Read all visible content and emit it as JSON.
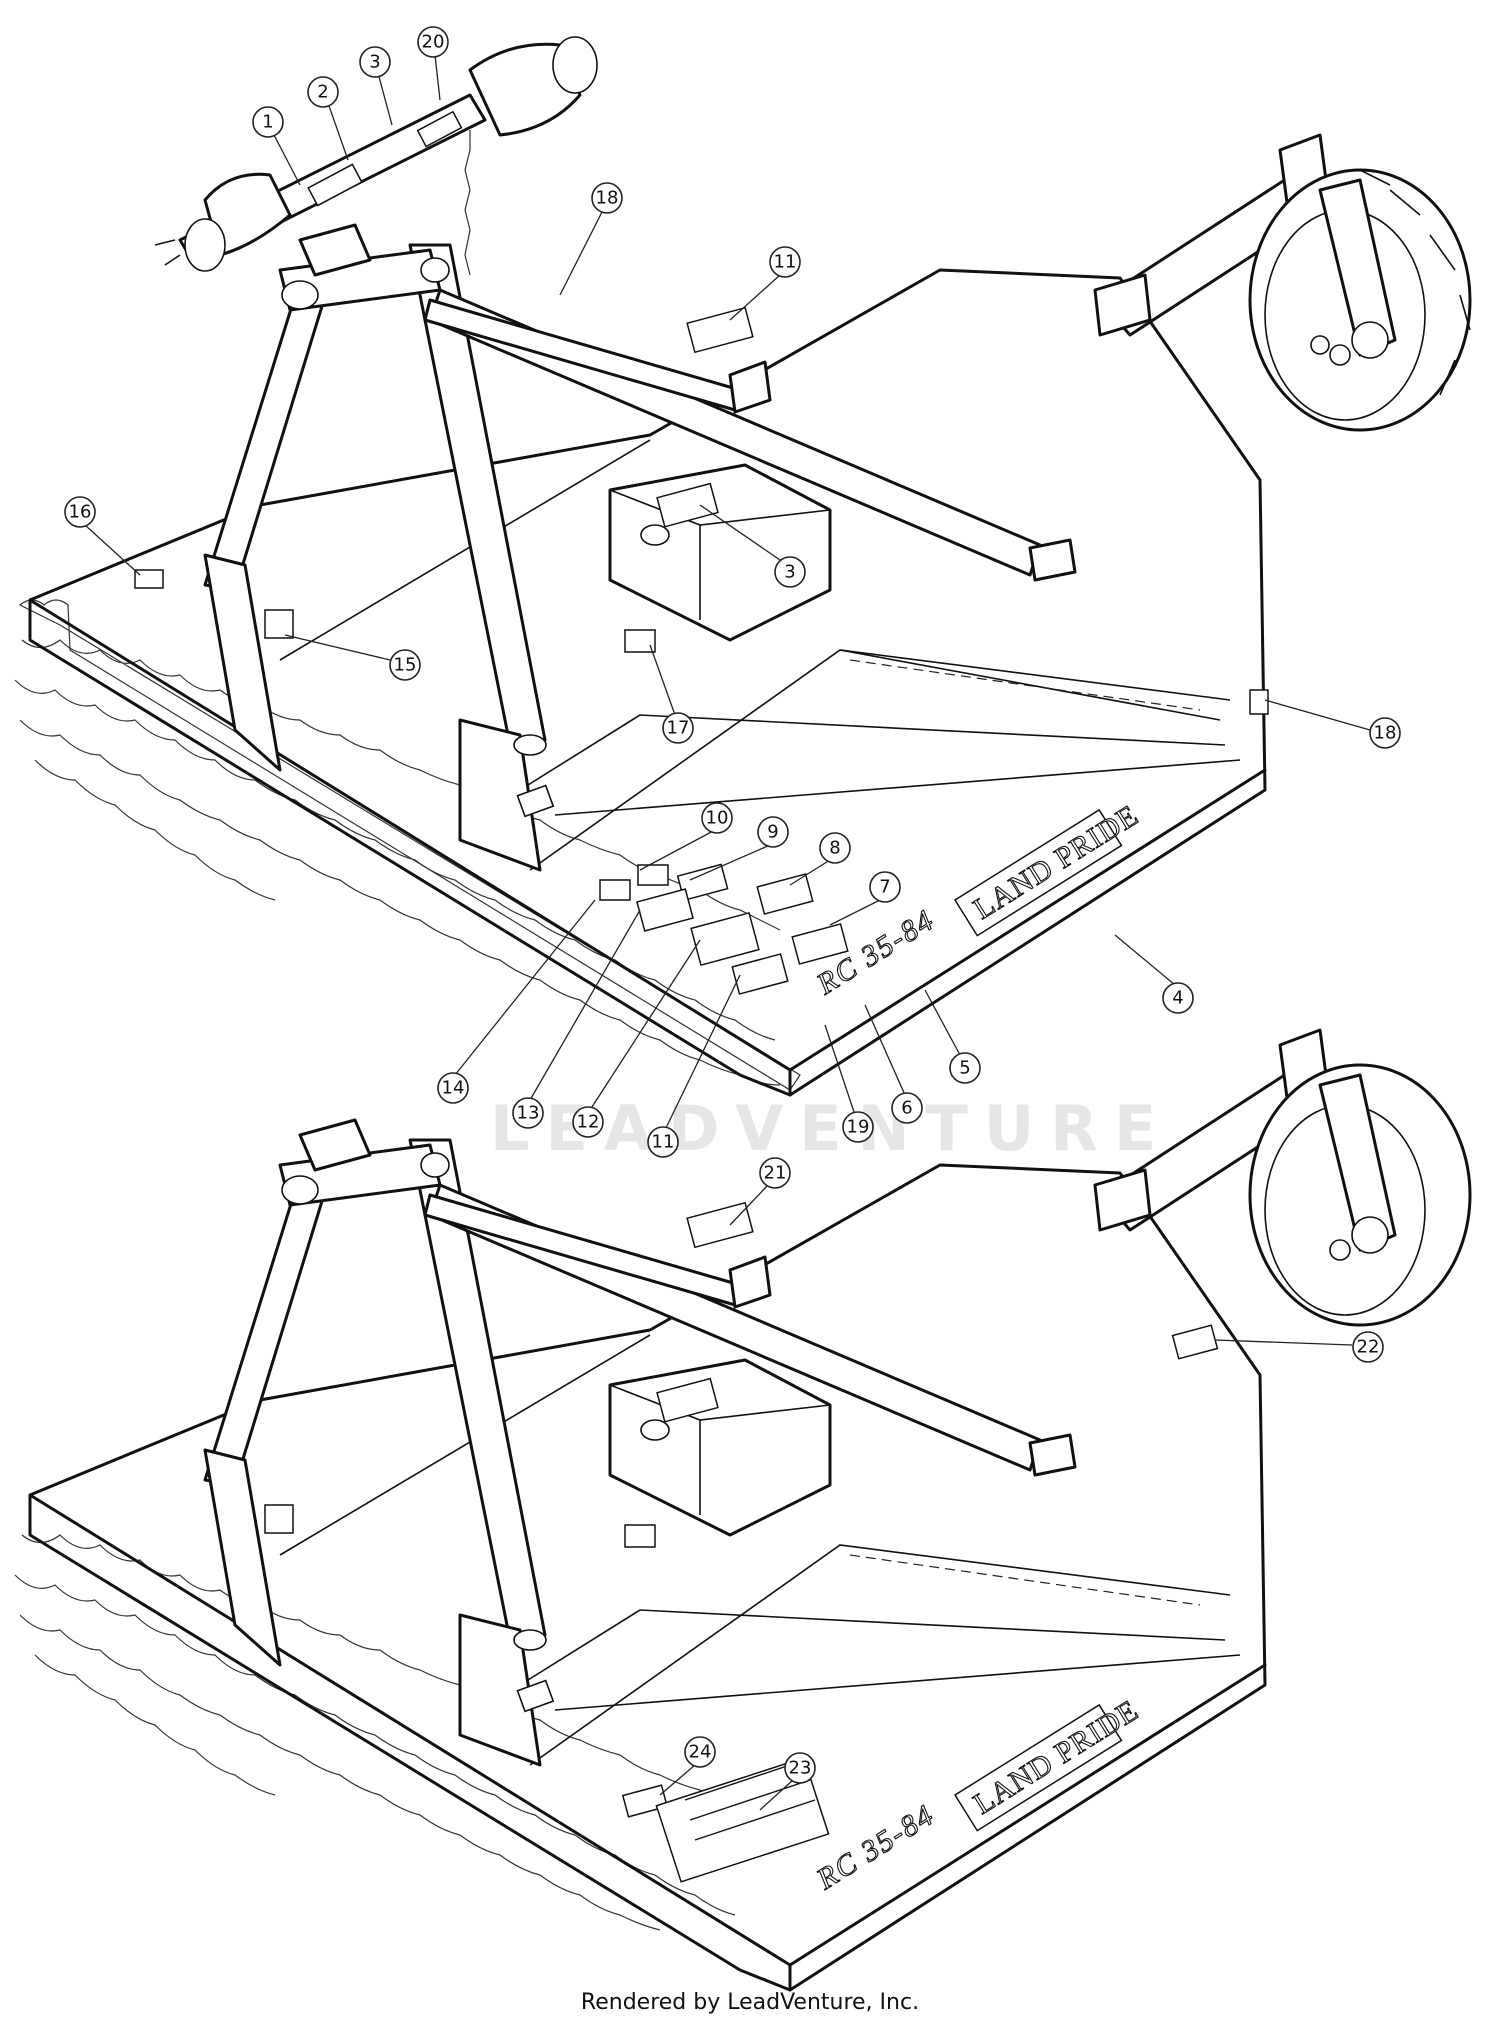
{
  "watermark": "LEADVENTURE",
  "footer": "Rendered by LeadVenture, Inc.",
  "brand_decal": "LAND PRIDE",
  "model_decal": "RC 35-84",
  "upper_assembly_callouts": [
    "1",
    "2",
    "3",
    "20",
    "18",
    "11",
    "16",
    "3",
    "15",
    "17",
    "18",
    "10",
    "9",
    "8",
    "7",
    "4",
    "14",
    "13",
    "12",
    "11",
    "19",
    "6",
    "5"
  ],
  "lower_assembly_callouts": [
    "21",
    "22",
    "24",
    "23"
  ]
}
